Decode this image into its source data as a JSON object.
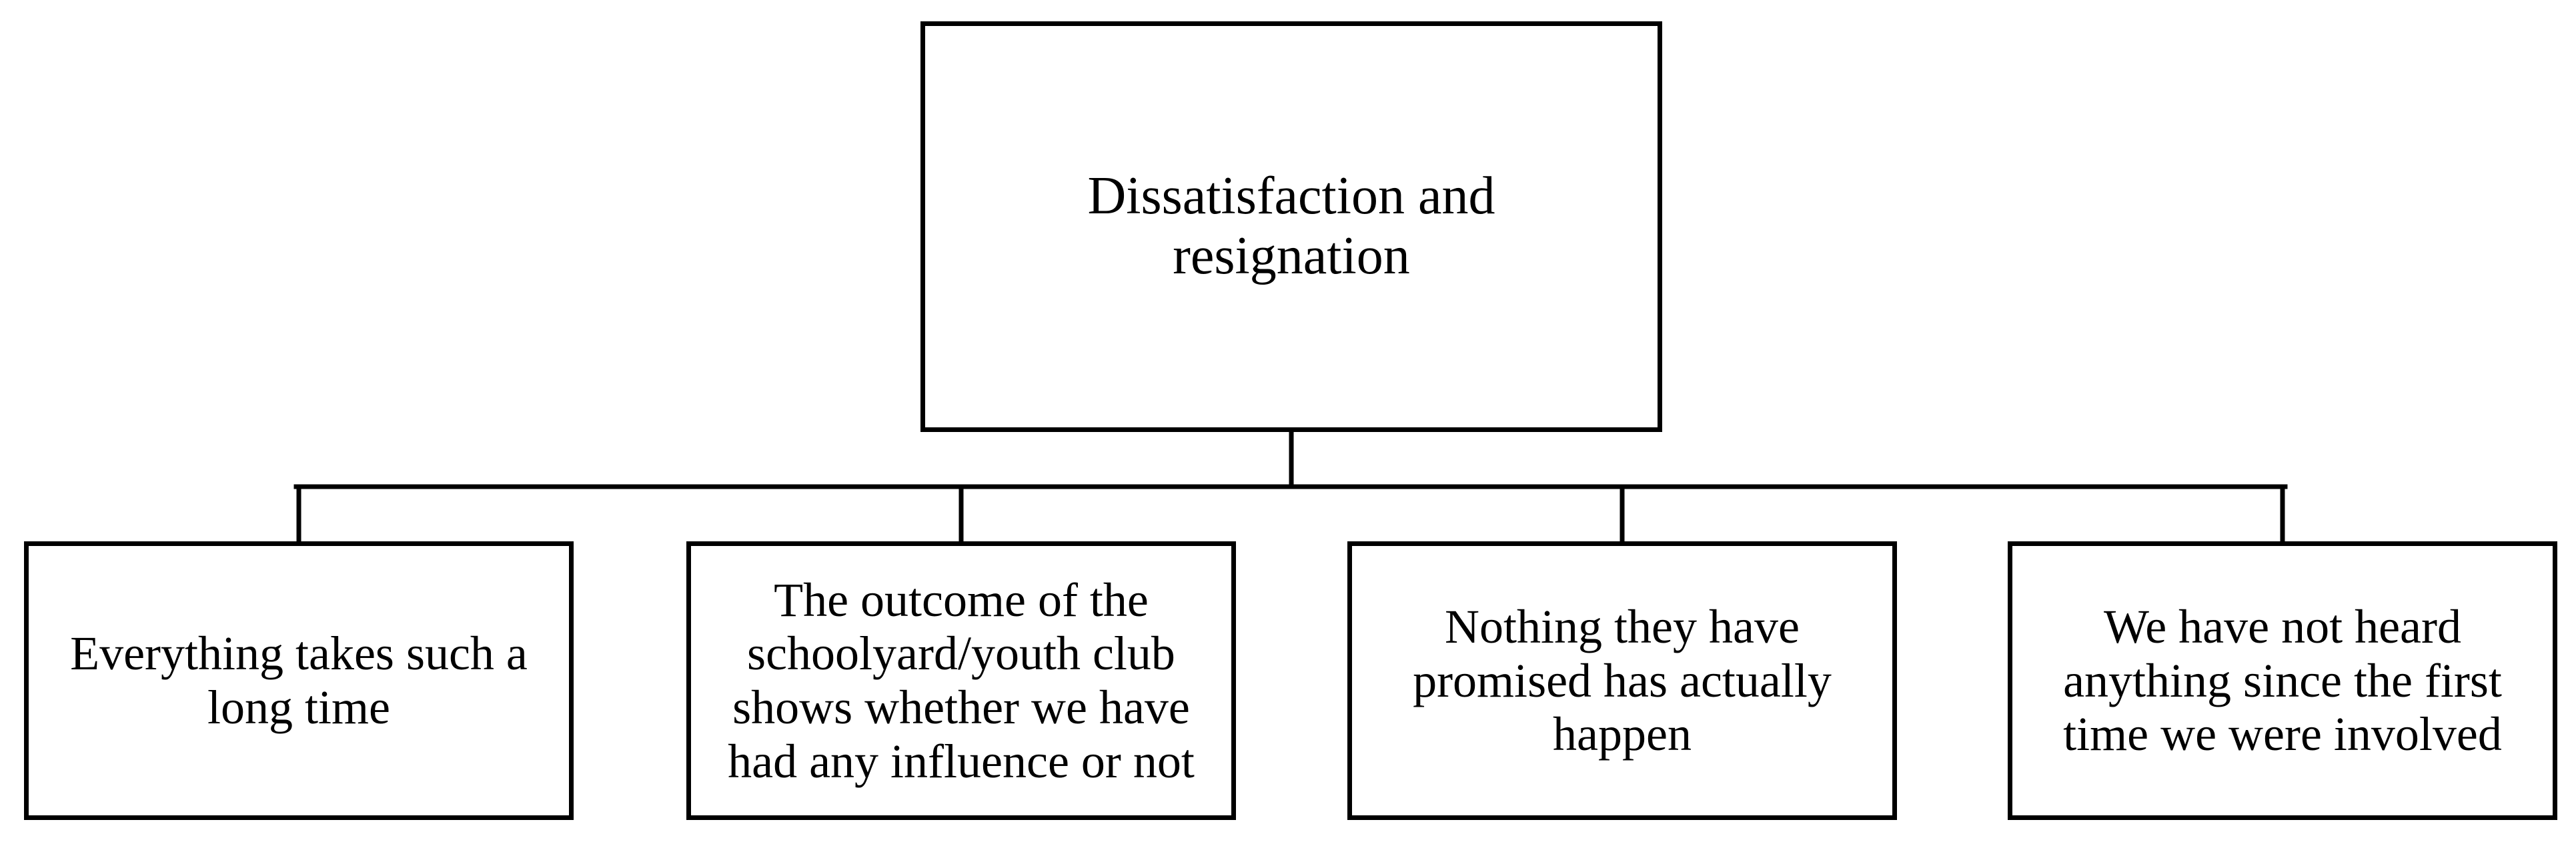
{
  "root": {
    "label_line1": "Dissatisfaction and",
    "label_line2": "resignation"
  },
  "children": [
    {
      "line1": "Everything takes such a",
      "line2": "long time"
    },
    {
      "line1": "The outcome of the",
      "line2": "schoolyard/youth club",
      "line3": "shows whether we have",
      "line4": "had any influence or not"
    },
    {
      "line1": "Nothing they have",
      "line2": "promised has actually",
      "line3": "happen"
    },
    {
      "line1": "We have not heard",
      "line2": "anything since the first",
      "line3": "time we were involved"
    }
  ],
  "colors": {
    "stroke": "#000000",
    "background": "#ffffff",
    "text": "#000000"
  }
}
